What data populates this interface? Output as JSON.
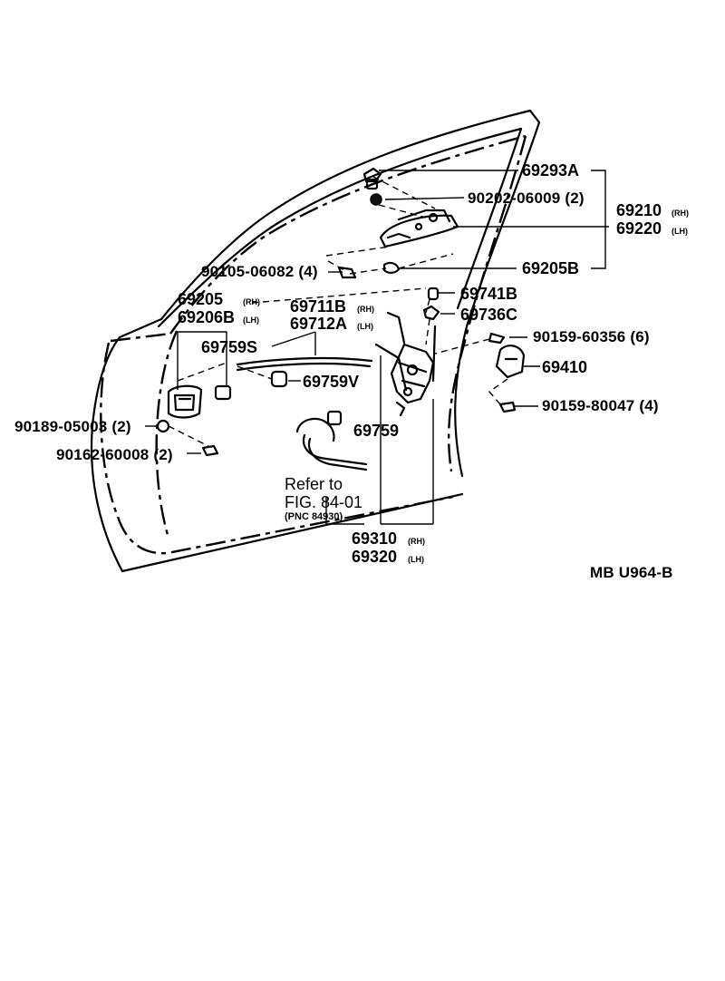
{
  "figure_code": "MB U964-B",
  "labels": {
    "p69293A": "69293A",
    "p90202": "90202-06009 (2)",
    "p69210": "69210",
    "p69210_sfx": "(RH)",
    "p69220": "69220",
    "p69220_sfx": "(LH)",
    "p90105": "90105-06082 (4)",
    "p69205B": "69205B",
    "p69205": "69205",
    "p69205_sfx": "(RH)",
    "p69206B": "69206B",
    "p69206B_sfx": "(LH)",
    "p69711B": "69711B",
    "p69711B_sfx": "(RH)",
    "p69712A": "69712A",
    "p69712A_sfx": "(LH)",
    "p69741B": "69741B",
    "p69736C": "69736C",
    "p90159_60356": "90159-60356 (6)",
    "p69759S": "69759S",
    "p69410": "69410",
    "p69759V": "69759V",
    "p90159_80047": "90159-80047 (4)",
    "p90189": "90189-05003 (2)",
    "p69759": "69759",
    "p90162": "90162-60008 (2)",
    "refer_line1": "Refer to",
    "refer_line2": "FIG. 84-01",
    "refer_line3": "(PNC 84930)",
    "p69310": "69310",
    "p69310_sfx": "(RH)",
    "p69320": "69320",
    "p69320_sfx": "(LH)"
  }
}
